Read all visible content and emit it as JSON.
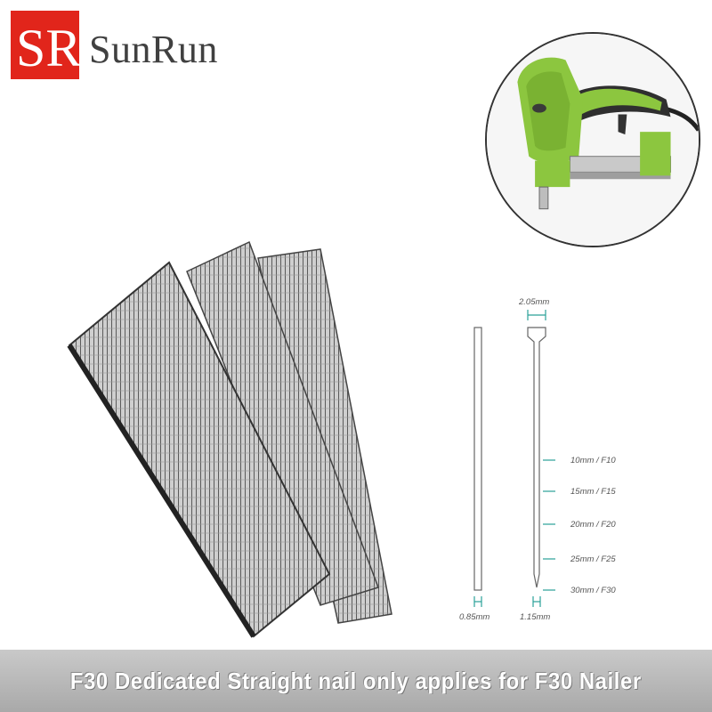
{
  "brand": {
    "logo_letters": "SR",
    "name": "SunRun",
    "color": "#e1251b"
  },
  "tool": {
    "icon": "electric-nail-gun",
    "body_color": "#8cc63f"
  },
  "diagram": {
    "head_width": "2.05mm",
    "left_nail_width": "0.85mm",
    "right_nail_width": "1.15mm",
    "lengths": [
      "10mm / F10",
      "15mm / F15",
      "20mm / F20",
      "25mm / F25",
      "30mm / F30"
    ],
    "marker_color": "#2aa198"
  },
  "banner": {
    "text": "F30 Dedicated Straight nail only applies for F30 Nailer"
  }
}
